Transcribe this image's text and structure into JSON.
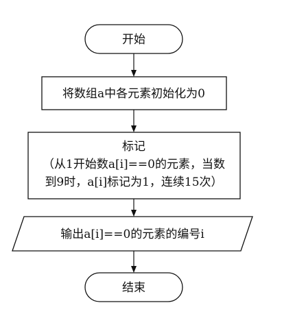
{
  "flowchart": {
    "start_label": "开始",
    "init_step": "将数组a中各元素初始化为0",
    "mark_step": {
      "line1": "标记",
      "line2": "（从1开始数a[i]==0的元素，当数",
      "line3": "到9时，a[i]标记为1，连续15次）"
    },
    "output_step": "输出a[i]==0的元素的编号i",
    "end_label": "结束"
  }
}
